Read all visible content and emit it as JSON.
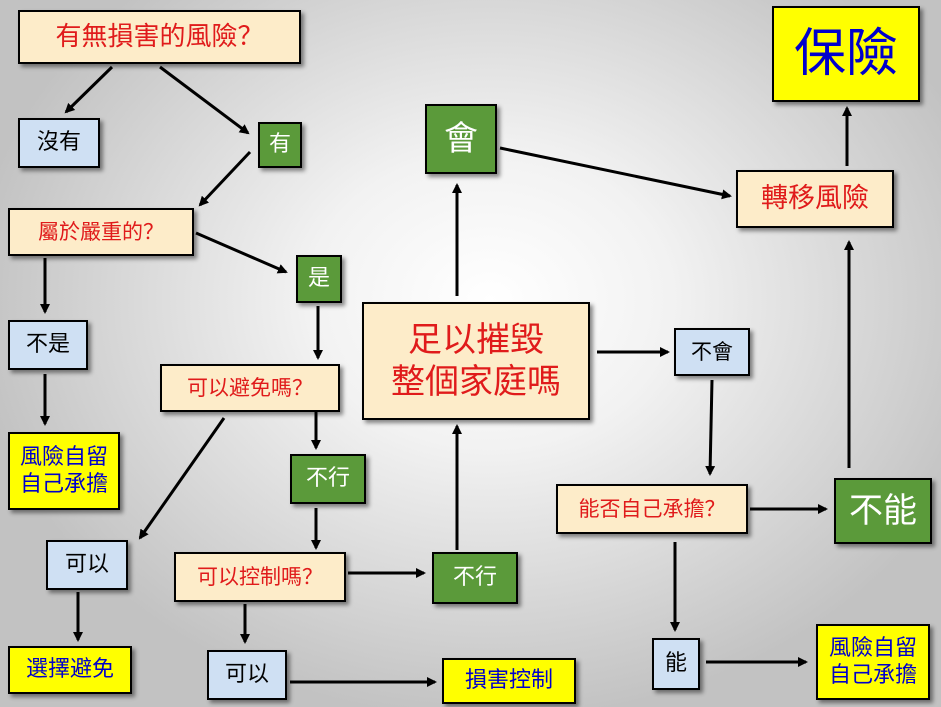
{
  "nodes": {
    "q1": "有無損害的風險？",
    "no": "沒有",
    "yes1": "有",
    "q2": "屬於嚴重的？",
    "notserious": "不是",
    "retain1": "風險自留\n自己承擔",
    "yes2": "是",
    "q3": "可以避免嗎？",
    "can1": "可以",
    "avoid": "選擇避免",
    "cannot1": "不行",
    "q4": "可以控制嗎？",
    "can2": "可以",
    "control": "損害控制",
    "cannot2": "不行",
    "q5": "足以摧毀\n整個家庭嗎",
    "will": "會",
    "transfer": "轉移風險",
    "insurance": "保險",
    "wont": "不會",
    "q6": "能否自己承擔？",
    "cannot3": "不能",
    "can3": "能",
    "retain2": "風險自留\n自己承擔"
  },
  "colors": {
    "question_fill": "#fdecc9",
    "question_text": "#e01b1b",
    "answer_fill": "#cfe0f3",
    "positive_fill": "#5b9a3a",
    "result_fill": "#ffff00",
    "result_text": "#0000cc"
  }
}
